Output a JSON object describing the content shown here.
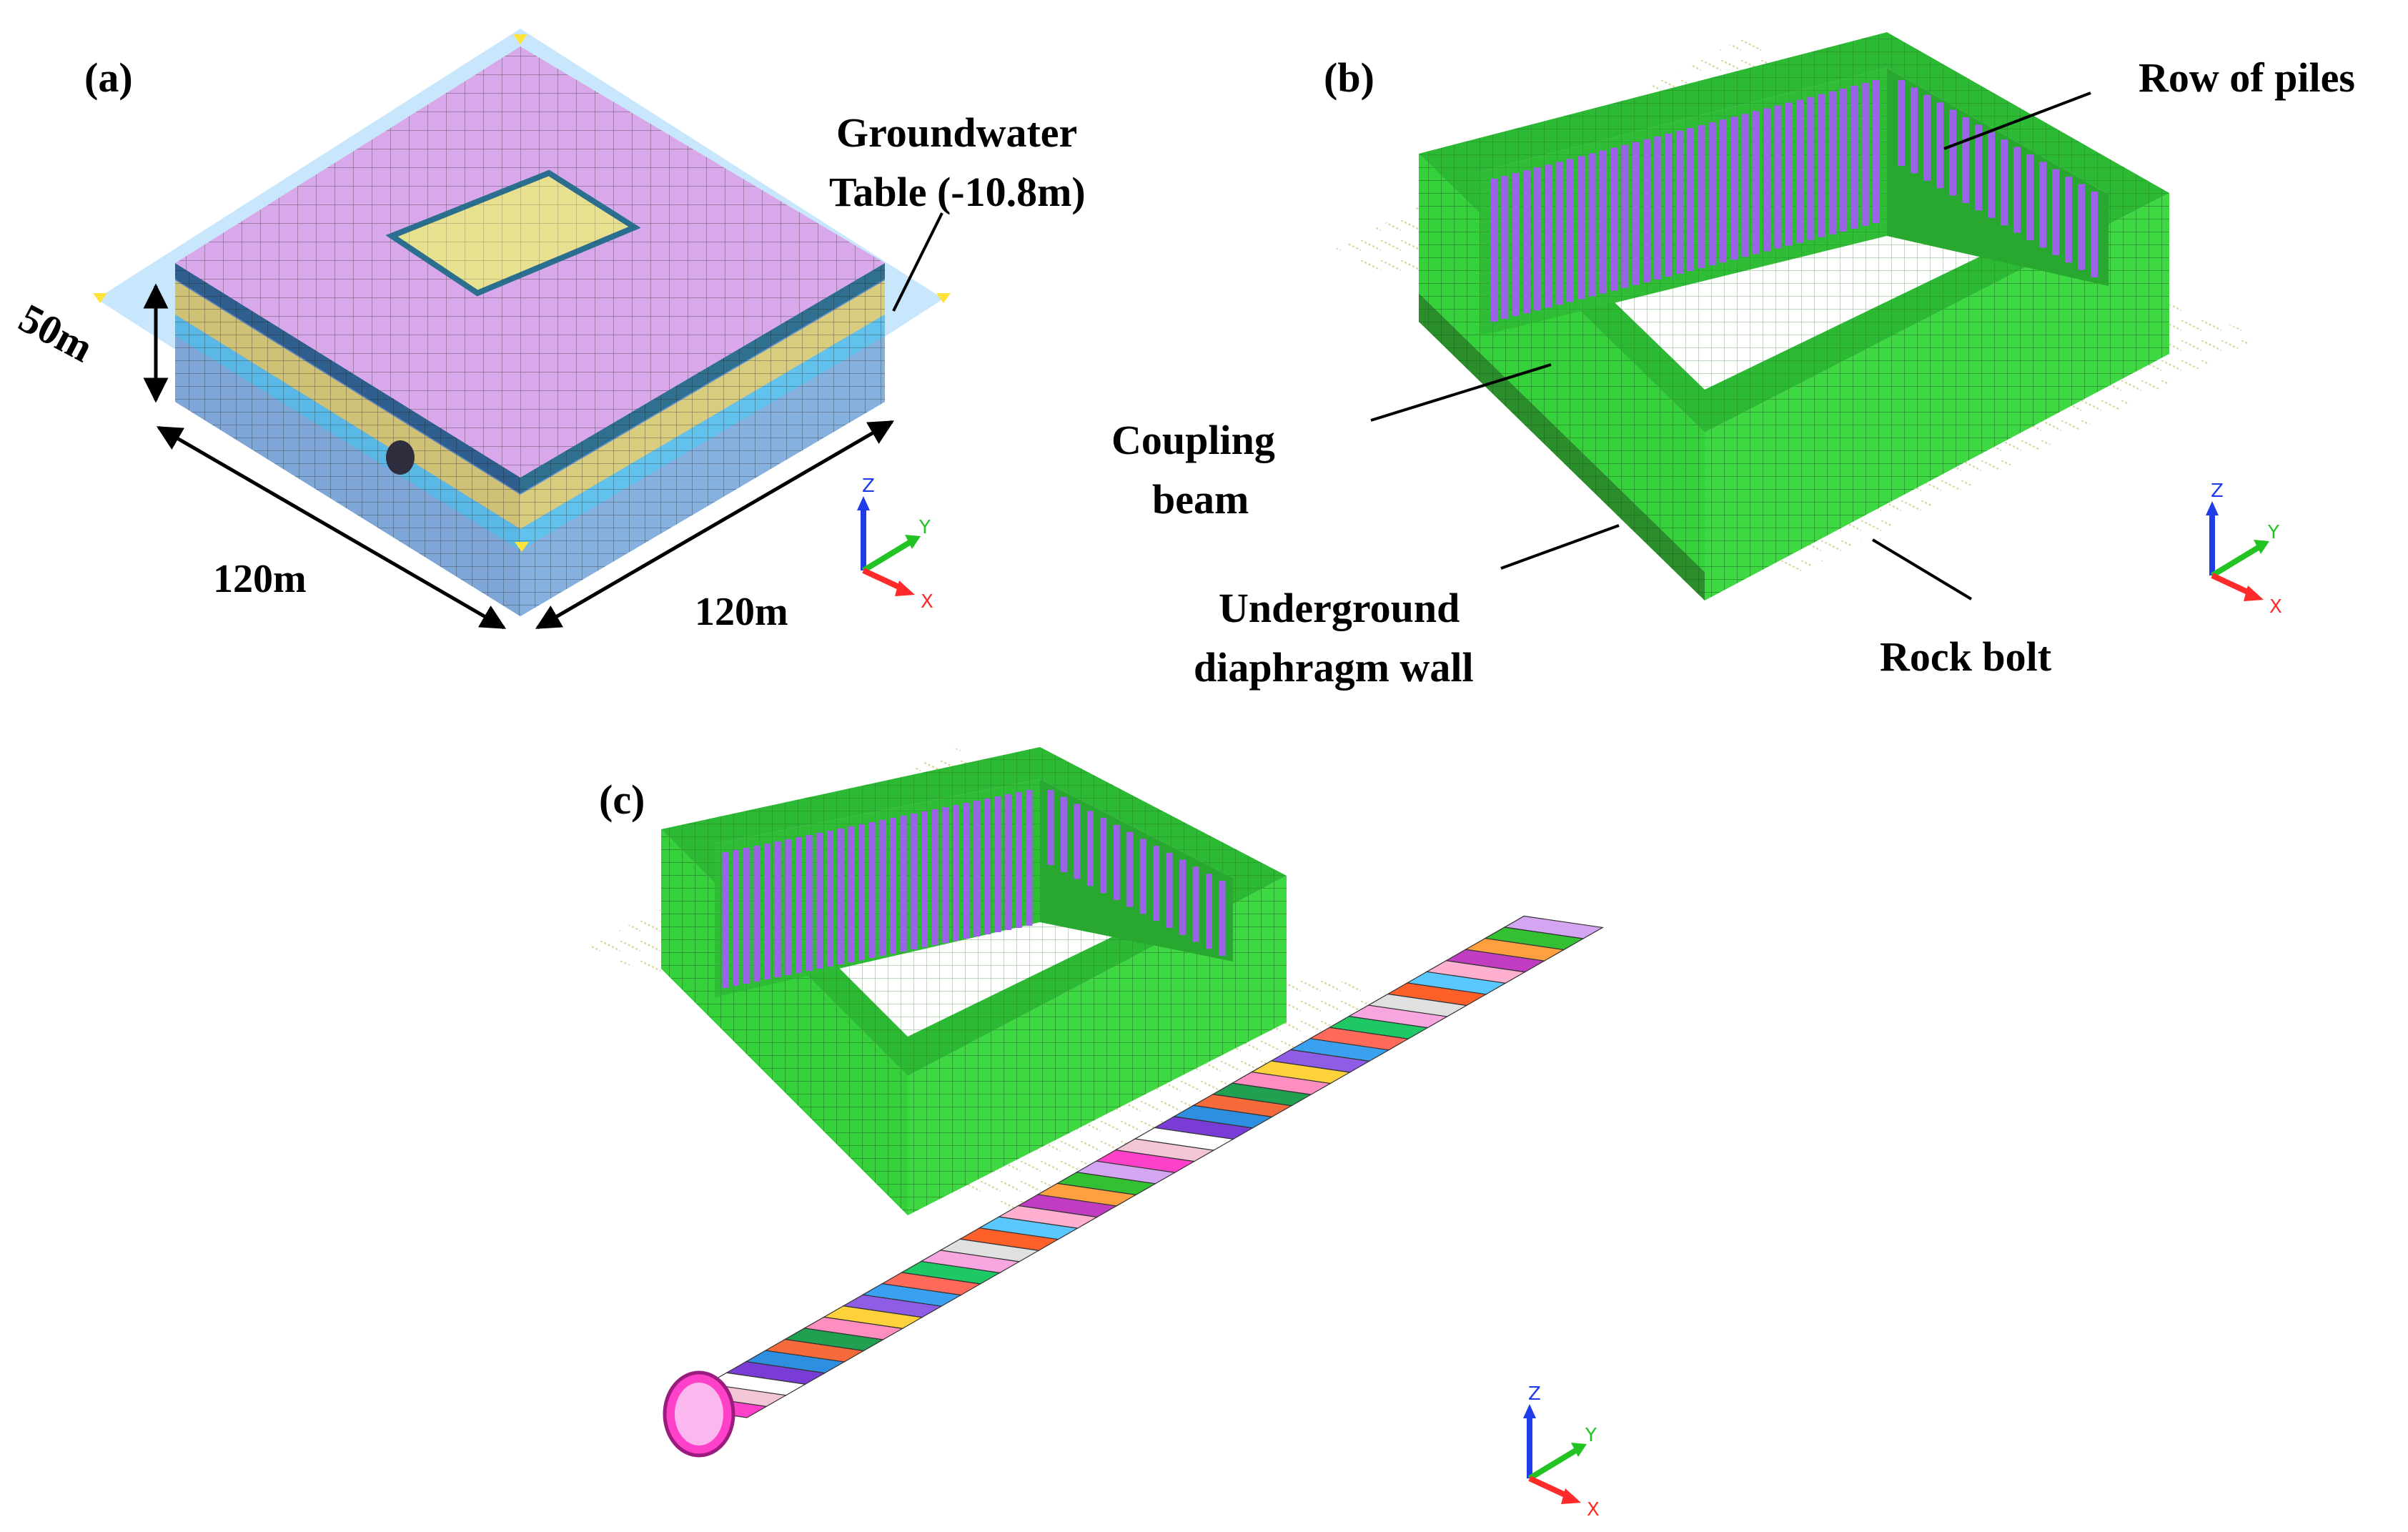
{
  "panels": {
    "a": {
      "tag": "(a)",
      "groundwater_line1": "Groundwater",
      "groundwater_line2": "Table (-10.8m)",
      "depth": "50m",
      "width_left": "120m",
      "width_right": "120m"
    },
    "b": {
      "tag": "(b)",
      "row_of_piles": "Row of piles",
      "coupling_beam_line1": "Coupling",
      "coupling_beam_line2": "beam",
      "diaphragm_wall_line1": "Underground",
      "diaphragm_wall_line2": "diaphragm wall",
      "rock_bolt": "Rock bolt"
    },
    "c": {
      "tag": "(c)"
    }
  },
  "axes_triad": {
    "z": "Z",
    "y": "Y",
    "x": "X"
  },
  "colors": {
    "soil_top": "#d9a8ea",
    "pit_floor": "#e7e08f",
    "water_plane": "#bfe3fb",
    "wall_green": "#35d13a",
    "pile_purple": "#9a63e8",
    "rock_bolt": "#f0eccb",
    "axis_x": "#ff2a2a",
    "axis_y": "#22c322",
    "axis_z": "#1f3ce8"
  },
  "tunnel_ring_colors": [
    "#ff40c8",
    "#f2c6d6",
    "#ffffff",
    "#7a3cd6",
    "#2e8fe0",
    "#f46a3a",
    "#20a050",
    "#ff8ec0",
    "#ffd23c",
    "#8f5ce6",
    "#3aa0f0",
    "#ff6a5a",
    "#1ec864",
    "#f7a6e0",
    "#e0e0e0",
    "#ff5f28",
    "#5ac8ff",
    "#ffb0d0",
    "#c03cc0",
    "#ffa040",
    "#33c033",
    "#d2a6f0"
  ]
}
